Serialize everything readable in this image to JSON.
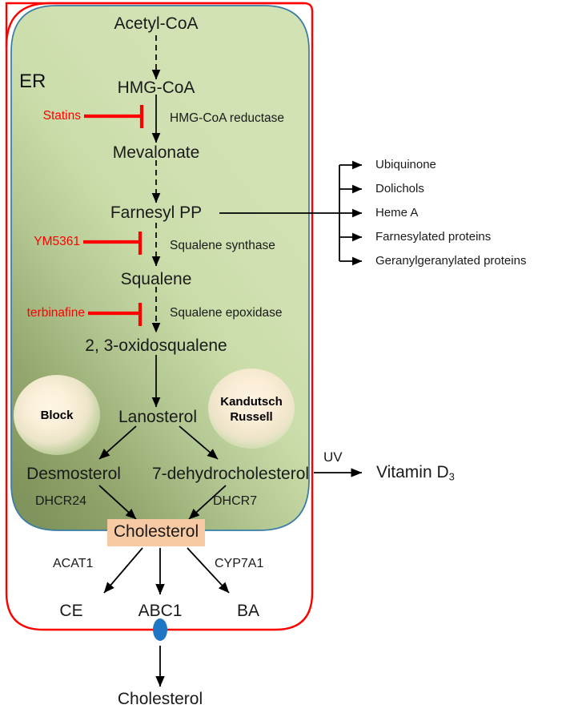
{
  "figure": {
    "compartment_label": "ER",
    "colors": {
      "er_fill_light": "#cfe0b0",
      "er_fill_dark": "#8a9d68",
      "cell_border": "#ff0000",
      "er_border": "#3a7ca5",
      "inhibitor_red": "#ff0000",
      "cholesterol_box": "#f8caa4",
      "abc1_oval": "#1f77c4",
      "arrow_black": "#000000",
      "circle_center": "#fbf0d8",
      "circle_edge": "#a8c98a"
    }
  },
  "pathway": {
    "metabolites": [
      {
        "id": "acetyl_coa",
        "label": "Acetyl-CoA"
      },
      {
        "id": "hmg_coa",
        "label": "HMG-CoA"
      },
      {
        "id": "mevalonate",
        "label": "Mevalonate"
      },
      {
        "id": "farnesyl_pp",
        "label": "Farnesyl PP"
      },
      {
        "id": "squalene",
        "label": "Squalene"
      },
      {
        "id": "oxidosqualene",
        "label": "2, 3-oxidosqualene"
      },
      {
        "id": "lanosterol",
        "label": "Lanosterol"
      },
      {
        "id": "desmosterol",
        "label": "Desmosterol"
      },
      {
        "id": "dehydrocholesterol",
        "label": "7-dehydrocholesterol"
      },
      {
        "id": "cholesterol_box",
        "label": "Cholesterol"
      },
      {
        "id": "cholesterol_out",
        "label": "Cholesterol"
      }
    ],
    "enzymes": [
      {
        "id": "hmgcr",
        "label": "HMG-CoA reductase"
      },
      {
        "id": "squalene_synthase",
        "label": "Squalene synthase"
      },
      {
        "id": "squalene_epoxidase",
        "label": "Squalene epoxidase"
      },
      {
        "id": "dhcr24",
        "label": "DHCR24"
      },
      {
        "id": "dhcr7",
        "label": "DHCR7"
      },
      {
        "id": "acat1",
        "label": "ACAT1"
      },
      {
        "id": "cyp7a1",
        "label": "CYP7A1"
      }
    ],
    "inhibitors": [
      {
        "id": "statins",
        "label": "Statins",
        "target": "HMG-CoA reductase"
      },
      {
        "id": "ym5361",
        "label": "YM5361",
        "target": "Squalene synthase"
      },
      {
        "id": "terbinafine",
        "label": "terbinafine",
        "target": "Squalene epoxidase"
      }
    ],
    "branch_products": [
      {
        "id": "ubiquinone",
        "label": "Ubiquinone"
      },
      {
        "id": "dolichols",
        "label": "Dolichols"
      },
      {
        "id": "heme_a",
        "label": "Heme A"
      },
      {
        "id": "farnesylated",
        "label": "Farnesylated  proteins"
      },
      {
        "id": "geranylgeranylated",
        "label": "Geranylgeranylated  proteins"
      }
    ],
    "route_callouts": [
      {
        "id": "block",
        "lines": [
          "Block"
        ]
      },
      {
        "id": "kandutsch_russell",
        "lines": [
          "Kandutsch",
          "Russell"
        ]
      }
    ],
    "efflux_products": [
      {
        "id": "ce",
        "label": "CE"
      },
      {
        "id": "abc1",
        "label": "ABC1"
      },
      {
        "id": "ba",
        "label": "BA"
      }
    ],
    "vitamin_branch": {
      "condition": "UV",
      "product_text": "Vitamin D",
      "product_sub": "3"
    }
  }
}
